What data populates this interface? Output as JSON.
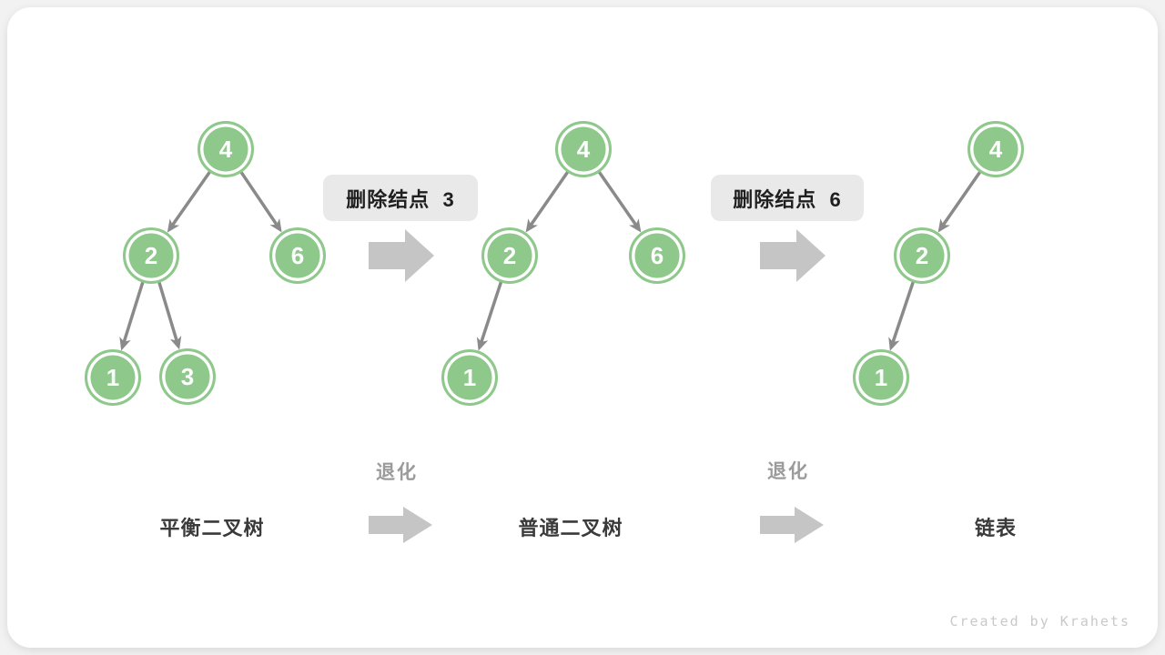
{
  "trees": [
    {
      "stage_label": "平衡二叉树",
      "nodes": [
        {
          "value": "4"
        },
        {
          "value": "2"
        },
        {
          "value": "6"
        },
        {
          "value": "1"
        },
        {
          "value": "3"
        }
      ],
      "edges": [
        "4→2",
        "4→6",
        "2→1",
        "2→3"
      ]
    },
    {
      "stage_label": "普通二叉树",
      "nodes": [
        {
          "value": "4"
        },
        {
          "value": "2"
        },
        {
          "value": "6"
        },
        {
          "value": "1"
        }
      ],
      "edges": [
        "4→2",
        "4→6",
        "2→1"
      ]
    },
    {
      "stage_label": "链表",
      "nodes": [
        {
          "value": "4"
        },
        {
          "value": "2"
        },
        {
          "value": "1"
        }
      ],
      "edges": [
        "4→2",
        "2→1"
      ]
    }
  ],
  "transitions": [
    {
      "action_label": "删除结点  3",
      "result_label": "退化"
    },
    {
      "action_label": "删除结点  6",
      "result_label": "退化"
    }
  ],
  "watermark": "Created by Krahets",
  "colors": {
    "node_fill": "#8EC88B",
    "node_inner_ring": "#FFFFFF",
    "edge": "#8A8A8A",
    "block_arrow": "#C5C5C5",
    "action_box_bg": "#E9E9E9",
    "action_text": "#1F1F1F",
    "stage_text": "#3A3A3A",
    "degrade_text": "#9B9B9B",
    "watermark_text": "#C9C9C9",
    "card_bg": "#FFFFFF",
    "page_bg": "#F2F2F2"
  }
}
